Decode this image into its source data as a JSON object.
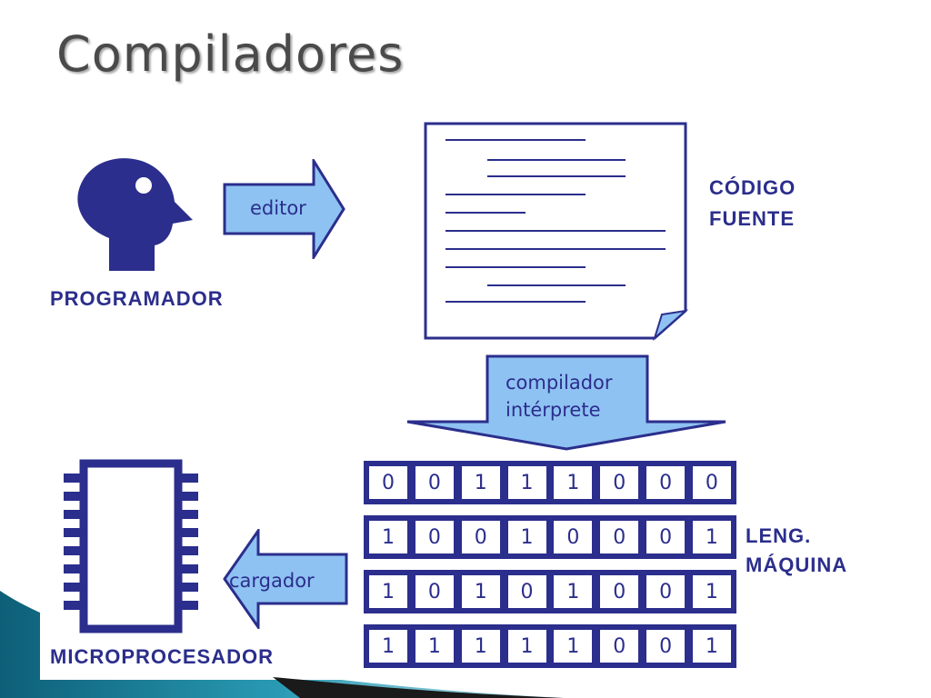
{
  "title": "Compiladores",
  "labels": {
    "programmer": "PROGRAMADOR",
    "source_code_line1": "CÓDIGO",
    "source_code_line2": "FUENTE",
    "machine_lang_line1": "LENG.",
    "machine_lang_line2": "MÁQUINA",
    "microprocessor": "MICROPROCESADOR"
  },
  "arrows": {
    "editor": "editor",
    "compiler_line1": "compilador",
    "compiler_line2": "intérprete",
    "loader": "cargador"
  },
  "machine_code": [
    [
      "0",
      "0",
      "1",
      "1",
      "1",
      "0",
      "0",
      "0"
    ],
    [
      "1",
      "0",
      "0",
      "1",
      "0",
      "0",
      "0",
      "1"
    ],
    [
      "1",
      "0",
      "1",
      "0",
      "1",
      "0",
      "0",
      "1"
    ],
    [
      "1",
      "1",
      "1",
      "1",
      "1",
      "0",
      "0",
      "1"
    ]
  ],
  "colors": {
    "primary": "#2b2e8c",
    "arrow_fill": "#8ec2f2",
    "title": "#4a4a4a",
    "accent_teal": "#1f8a9c"
  },
  "icons": {
    "programmer": "person-head-silhouette-icon",
    "document": "document-page-icon",
    "chip": "microchip-icon"
  }
}
